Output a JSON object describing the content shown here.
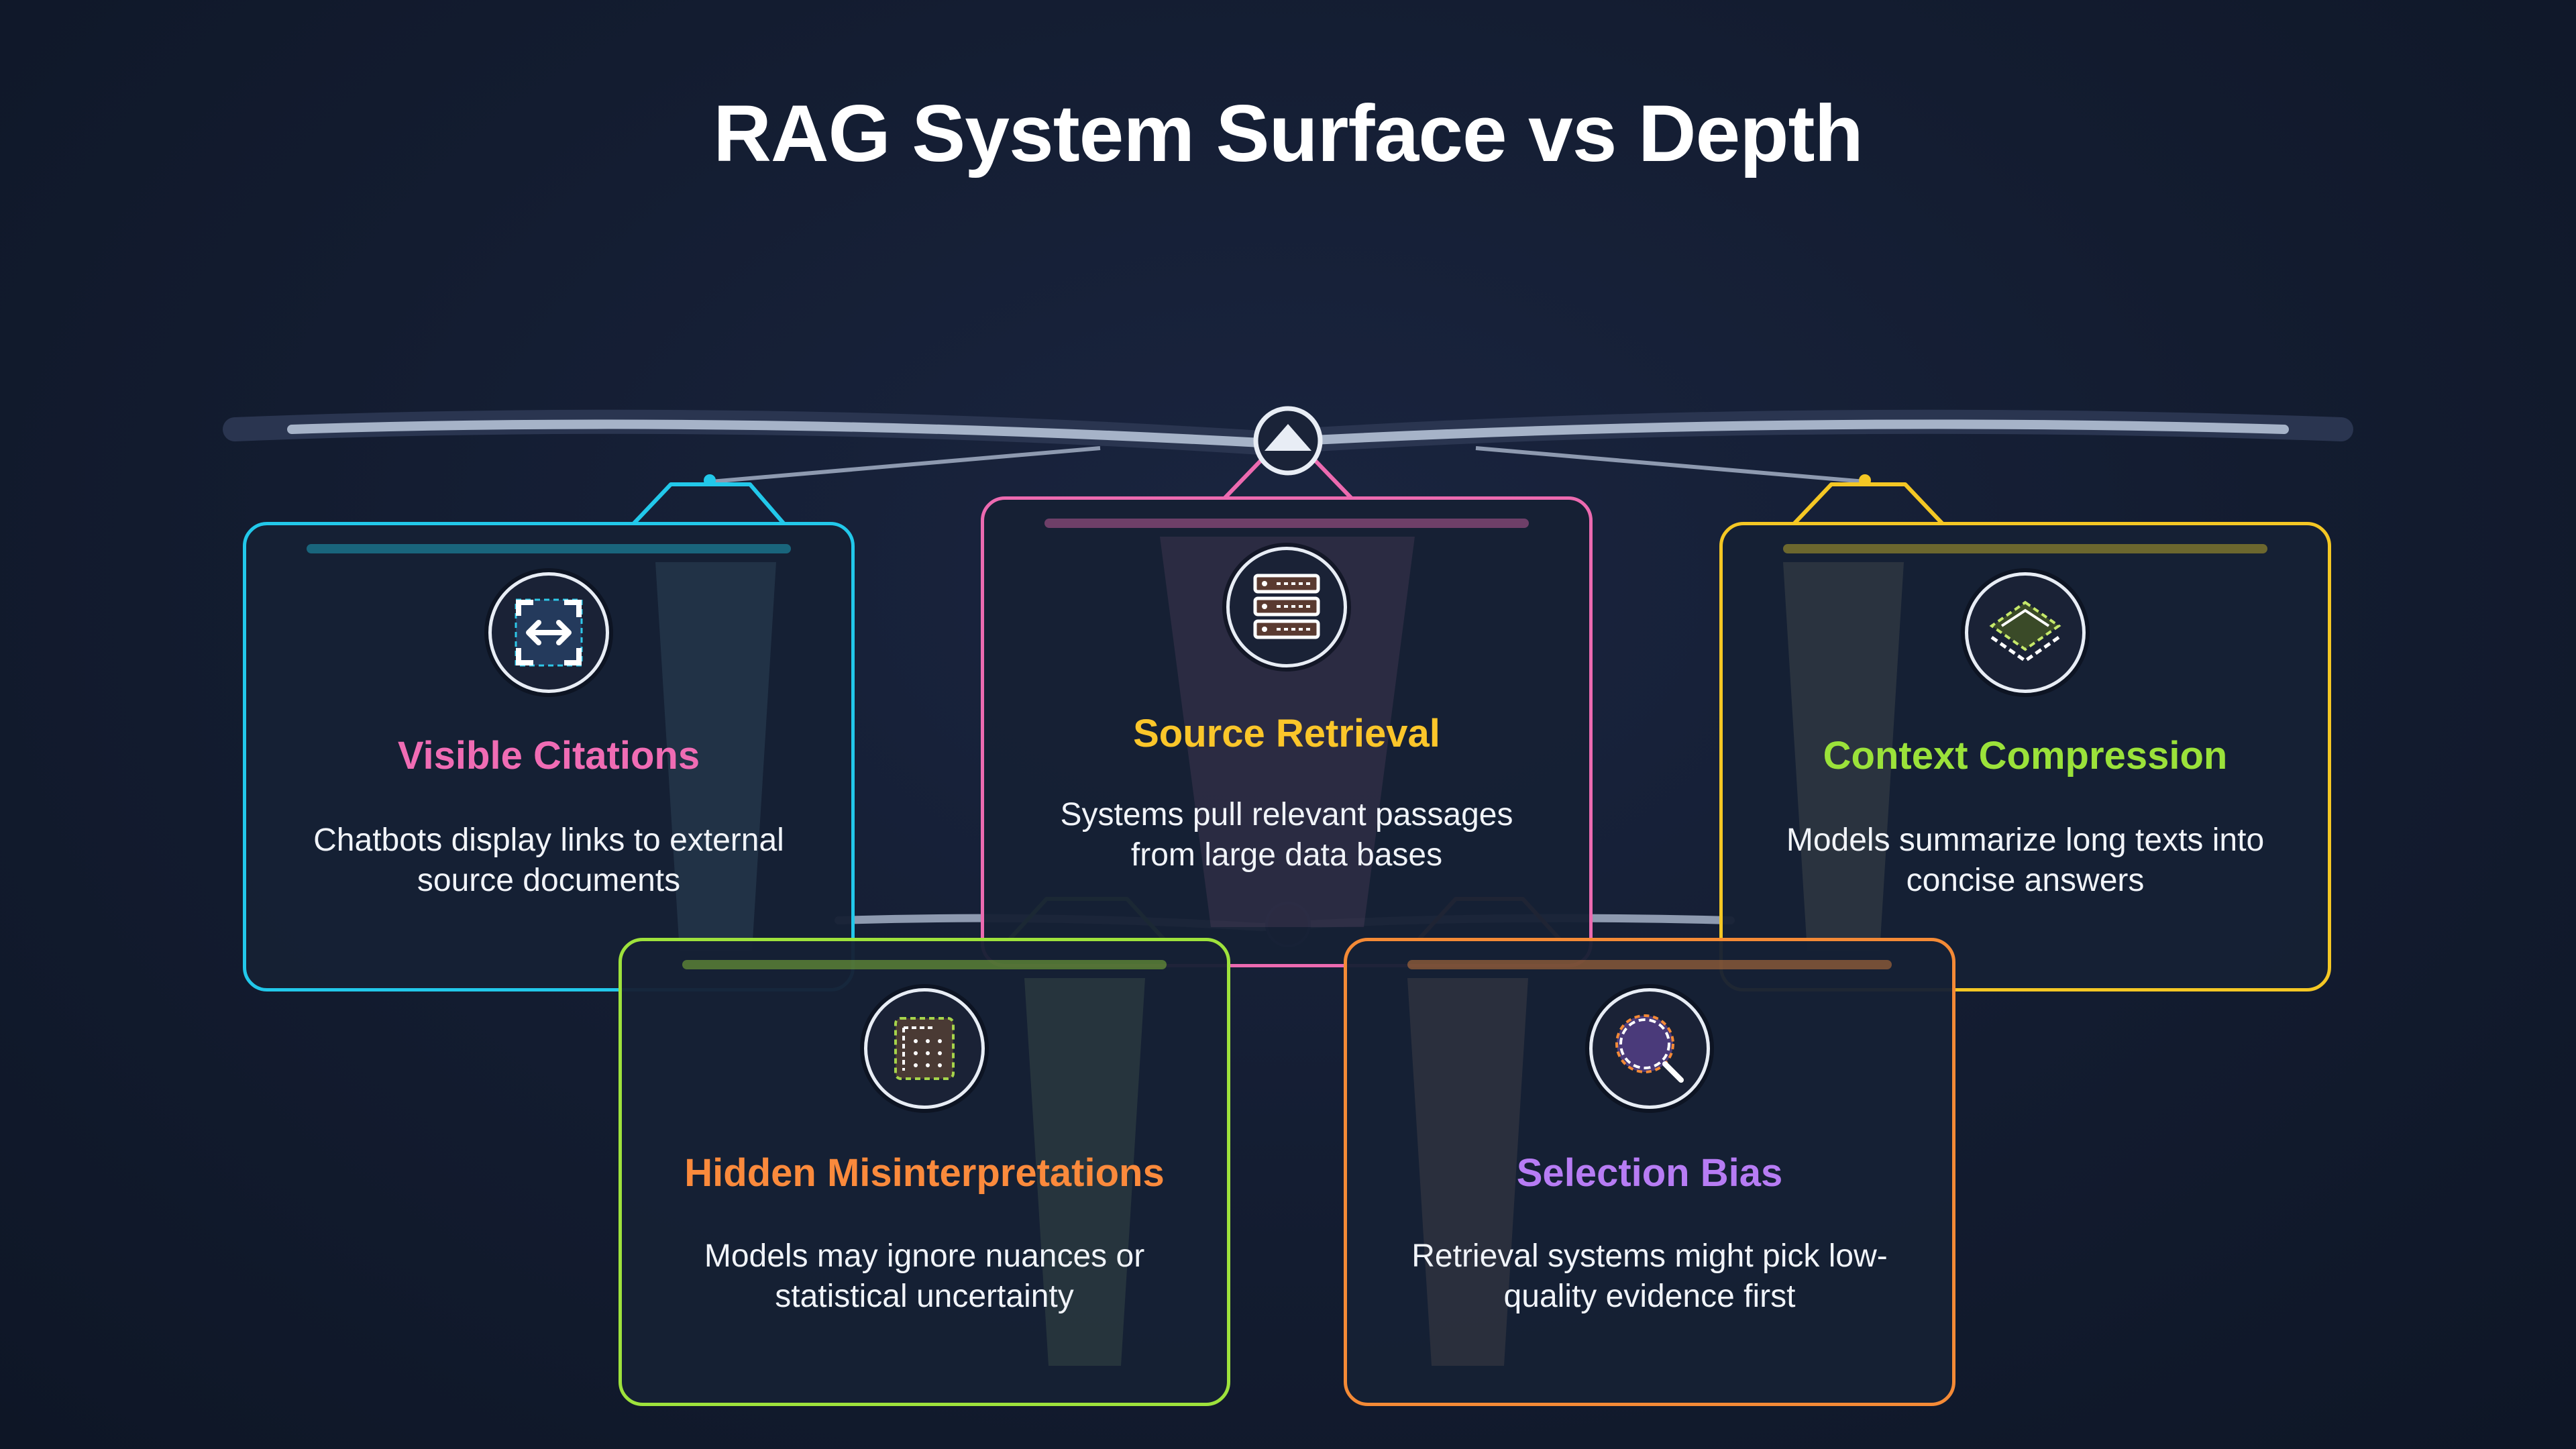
{
  "title": "RAG System Surface vs Depth",
  "cards": [
    {
      "id": "visible-citations",
      "title": "Visible Citations",
      "description": "Chatbots display links to external source documents",
      "border_color": "#22c8ea",
      "title_color": "#f06cb4",
      "bar_color": "#1d9fb8",
      "icon": "expand-arrows-icon"
    },
    {
      "id": "source-retrieval",
      "title": "Source Retrieval",
      "description": "Systems pull relevant passages from large data bases",
      "border_color": "#ec6ab0",
      "title_color": "#fbc62a",
      "bar_color": "#b85a93",
      "icon": "server-rack-icon"
    },
    {
      "id": "context-compression",
      "title": "Context Compression",
      "description": "Models summarize long texts into concise answers",
      "border_color": "#f4c724",
      "title_color": "#9be23a",
      "bar_color": "#b4a22a",
      "icon": "layers-icon"
    },
    {
      "id": "hidden-misinterpretations",
      "title": "Hidden Misinterpretations",
      "description": "Models may ignore nuances or statistical uncertainty",
      "border_color": "#9ee23c",
      "title_color": "#fb8a3c",
      "bar_color": "#7fb436",
      "icon": "grid-document-icon"
    },
    {
      "id": "selection-bias",
      "title": "Selection Bias",
      "description": "Retrieval systems might pick low-quality evidence first",
      "border_color": "#f48a36",
      "title_color": "#b77cf4",
      "bar_color": "#c4773a",
      "icon": "magnifier-icon"
    }
  ]
}
